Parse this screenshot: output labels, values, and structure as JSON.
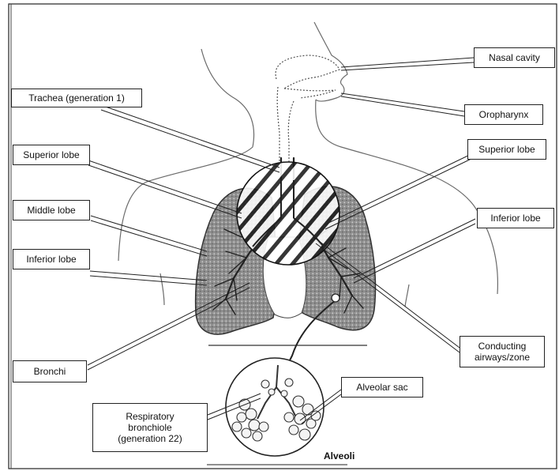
{
  "labels": {
    "nasal_cavity": "Nasal cavity",
    "oropharynx": "Oropharynx",
    "trachea": "Trachea (generation 1)",
    "superior_lobe_left": "Superior lobe",
    "superior_lobe_right": "Superior lobe",
    "middle_lobe": "Middle lobe",
    "inferior_lobe_left": "Inferior lobe",
    "inferior_lobe_right": "Inferior lobe",
    "bronchi": "Bronchi",
    "conducting_airways": "Conducting\nairways/zone",
    "alveolar_sac": "Alveolar sac",
    "respiratory_bronchiole": "Respiratory\nbronchiole\n(generation 22)"
  },
  "caption": {
    "alveoli": "Alveoli"
  }
}
